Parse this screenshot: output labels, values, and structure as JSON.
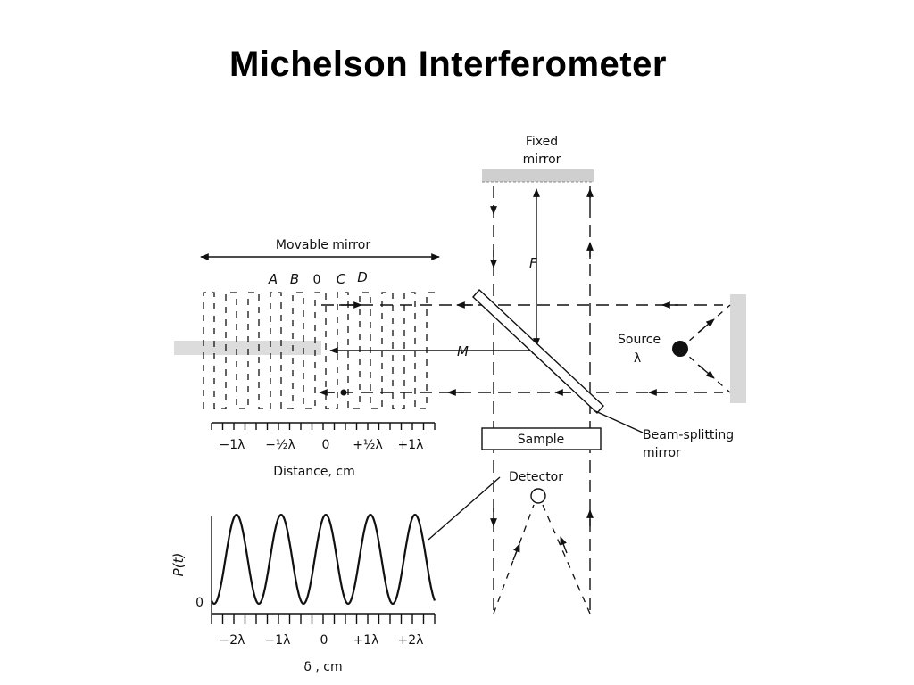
{
  "title": "Michelson  Interferometer",
  "labels": {
    "fixed_mirror_line1": "Fixed",
    "fixed_mirror_line2": "mirror",
    "movable_mirror": "Movable mirror",
    "F": "F",
    "M": "M",
    "A": "A",
    "B": "B",
    "zero_mark": "0",
    "C": "C",
    "D": "D",
    "source_line1": "Source",
    "source_line2": "λ",
    "sample": "Sample",
    "beam_splitter_line1": "Beam-splitting",
    "beam_splitter_line2": "mirror",
    "detector": "Detector",
    "distance_axis": "Distance, cm",
    "p_axis": "P(t)",
    "p_zero": "0",
    "delta_axis": "δ , cm"
  },
  "distance_ticks": [
    "−1λ",
    "−½λ",
    "0",
    "+½λ",
    "+1λ"
  ],
  "delta_ticks": [
    "−2λ",
    "−1λ",
    "0",
    "+1λ",
    "+2λ"
  ]
}
